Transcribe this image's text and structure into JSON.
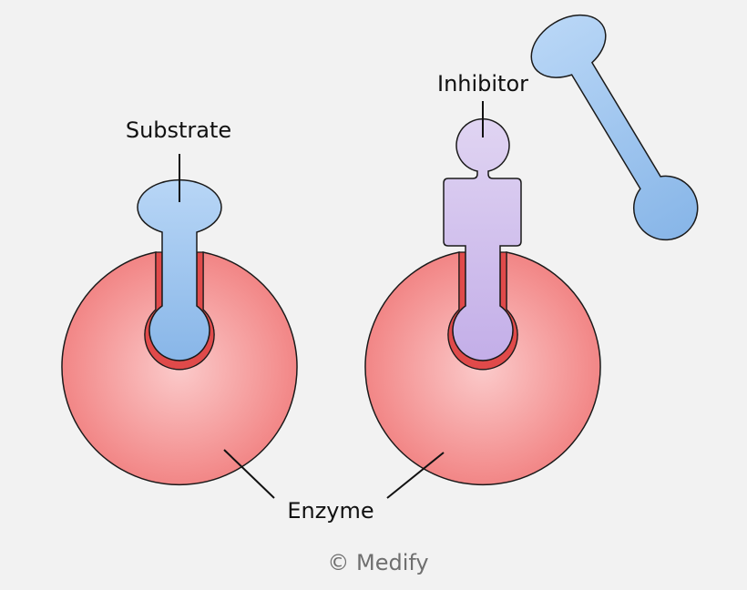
{
  "labels": {
    "substrate": "Substrate",
    "inhibitor": "Inhibitor",
    "enzyme": "Enzyme",
    "copyright": "© Medify"
  },
  "colors": {
    "background": "#f2f2f2",
    "enzyme_center": "#fbcaca",
    "enzyme_edge": "#f28686",
    "active_site_rim": "#e04a4a",
    "substrate_light": "#b8d6f6",
    "substrate_dark": "#88b6e8",
    "inhibitor_light": "#e0d4f2",
    "inhibitor_dark": "#c3aee8",
    "copyright": "#6f6f6f"
  }
}
